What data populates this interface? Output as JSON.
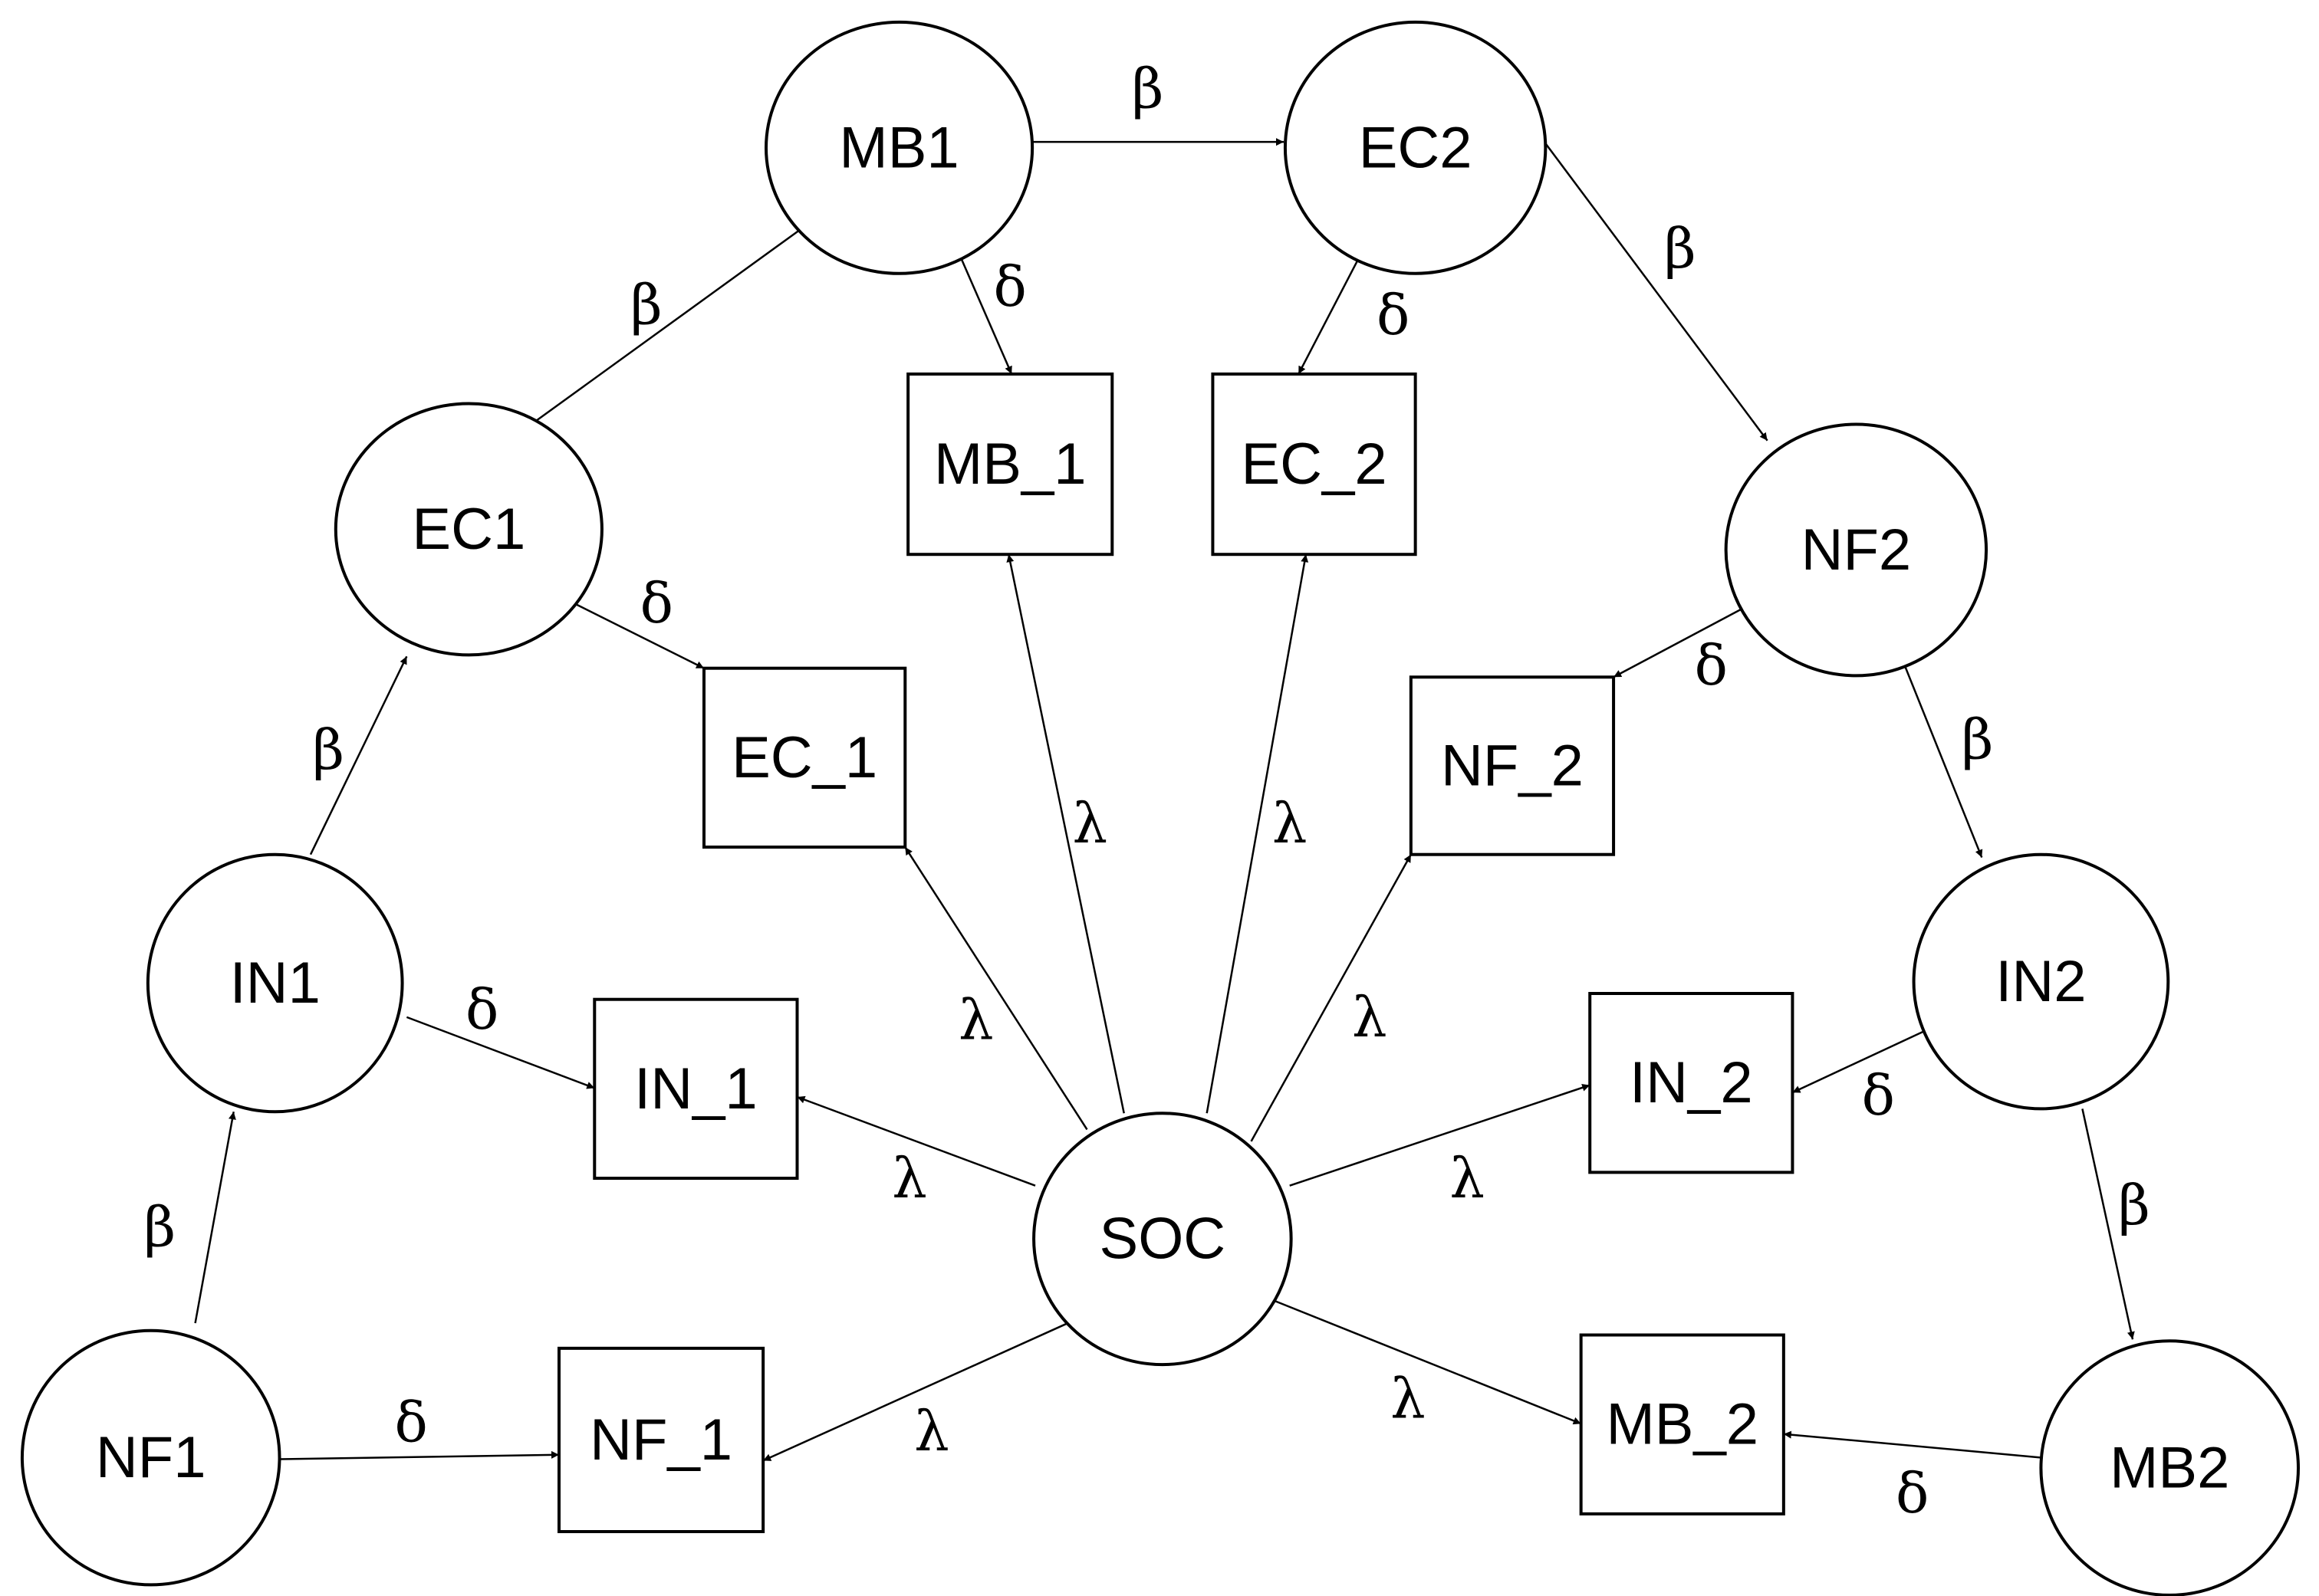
{
  "latent_nodes": [
    {
      "id": "MB1",
      "label": "MB1"
    },
    {
      "id": "EC2",
      "label": "EC2"
    },
    {
      "id": "EC1",
      "label": "EC1"
    },
    {
      "id": "NF2",
      "label": "NF2"
    },
    {
      "id": "IN1",
      "label": "IN1"
    },
    {
      "id": "IN2",
      "label": "IN2"
    },
    {
      "id": "SOC",
      "label": "SOC"
    },
    {
      "id": "NF1",
      "label": "NF1"
    },
    {
      "id": "MB2",
      "label": "MB2"
    }
  ],
  "observed_nodes": [
    {
      "id": "MB_1",
      "label": "MB_1"
    },
    {
      "id": "EC_2",
      "label": "EC_2"
    },
    {
      "id": "EC_1",
      "label": "EC_1"
    },
    {
      "id": "NF_2",
      "label": "NF_2"
    },
    {
      "id": "IN_1",
      "label": "IN_1"
    },
    {
      "id": "IN_2",
      "label": "IN_2"
    },
    {
      "id": "NF_1",
      "label": "NF_1"
    },
    {
      "id": "MB_2",
      "label": "MB_2"
    }
  ],
  "edges": [
    {
      "from": "NF1",
      "to": "IN1",
      "label": "β"
    },
    {
      "from": "IN1",
      "to": "EC1",
      "label": "β"
    },
    {
      "from": "EC1",
      "to": "MB1",
      "label": "β"
    },
    {
      "from": "MB1",
      "to": "EC2",
      "label": "β"
    },
    {
      "from": "EC2",
      "to": "NF2",
      "label": "β"
    },
    {
      "from": "NF2",
      "to": "IN2",
      "label": "β"
    },
    {
      "from": "IN2",
      "to": "MB2",
      "label": "β"
    },
    {
      "from": "MB1",
      "to": "MB_1",
      "label": "δ"
    },
    {
      "from": "EC2",
      "to": "EC_2",
      "label": "δ"
    },
    {
      "from": "EC1",
      "to": "EC_1",
      "label": "δ"
    },
    {
      "from": "NF2",
      "to": "NF_2",
      "label": "δ"
    },
    {
      "from": "IN1",
      "to": "IN_1",
      "label": "δ"
    },
    {
      "from": "IN2",
      "to": "IN_2",
      "label": "δ"
    },
    {
      "from": "NF1",
      "to": "NF_1",
      "label": "δ"
    },
    {
      "from": "MB2",
      "to": "MB_2",
      "label": "δ"
    },
    {
      "from": "SOC",
      "to": "MB_1",
      "label": "λ"
    },
    {
      "from": "SOC",
      "to": "EC_2",
      "label": "λ"
    },
    {
      "from": "SOC",
      "to": "EC_1",
      "label": "λ"
    },
    {
      "from": "SOC",
      "to": "NF_2",
      "label": "λ"
    },
    {
      "from": "SOC",
      "to": "IN_1",
      "label": "λ"
    },
    {
      "from": "SOC",
      "to": "IN_2",
      "label": "λ"
    },
    {
      "from": "SOC",
      "to": "NF_1",
      "label": "λ"
    },
    {
      "from": "SOC",
      "to": "MB_2",
      "label": "λ"
    }
  ]
}
